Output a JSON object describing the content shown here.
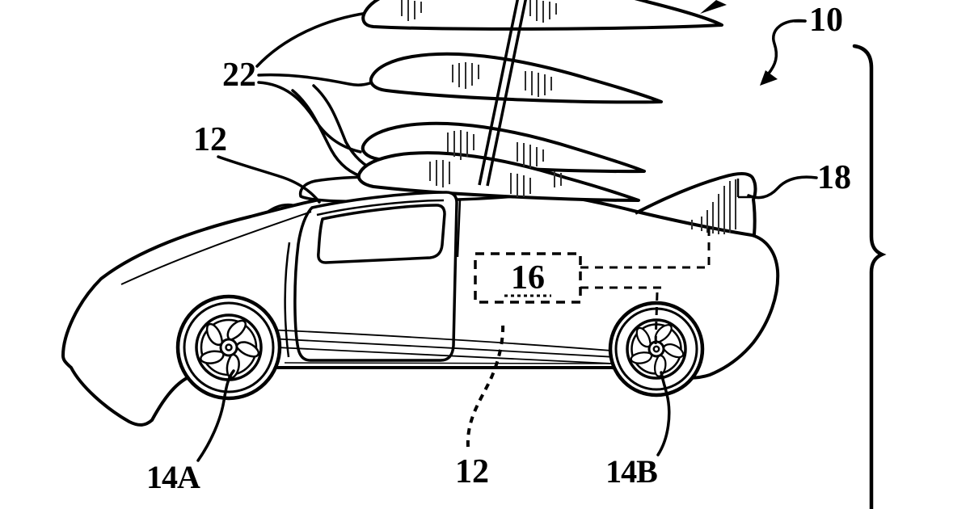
{
  "figure": {
    "type": "patent-line-drawing",
    "subject": "aerocar side view: car body with stacked stowable wings, mast, tail fin, wheels, controller box",
    "ink": "#000000",
    "paper": "#ffffff",
    "labels": {
      "ref22": "22",
      "ref12_upper": "12",
      "ref10": "10",
      "ref18": "18",
      "ref16": "16",
      "ref14a": "14A",
      "ref14b": "14B",
      "ref12_lower": "12"
    }
  }
}
